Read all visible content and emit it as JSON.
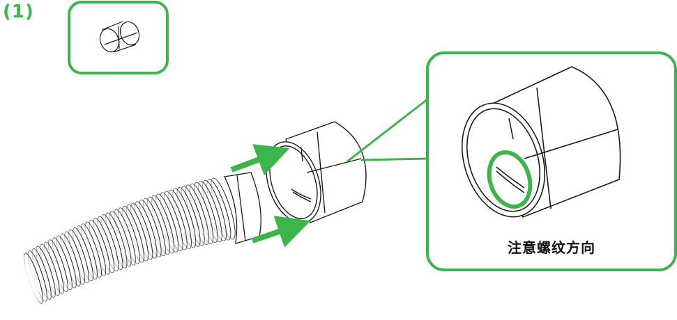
{
  "step": {
    "label": "(1)"
  },
  "callout": {
    "caption": "注意螺纹方向"
  },
  "colors": {
    "accent": "#3cb54a",
    "line": "#1a1a1a",
    "background": "#ffffff"
  },
  "icons": [
    "coupler-thumbnail",
    "insert-arrow",
    "thread-highlight-ring"
  ]
}
